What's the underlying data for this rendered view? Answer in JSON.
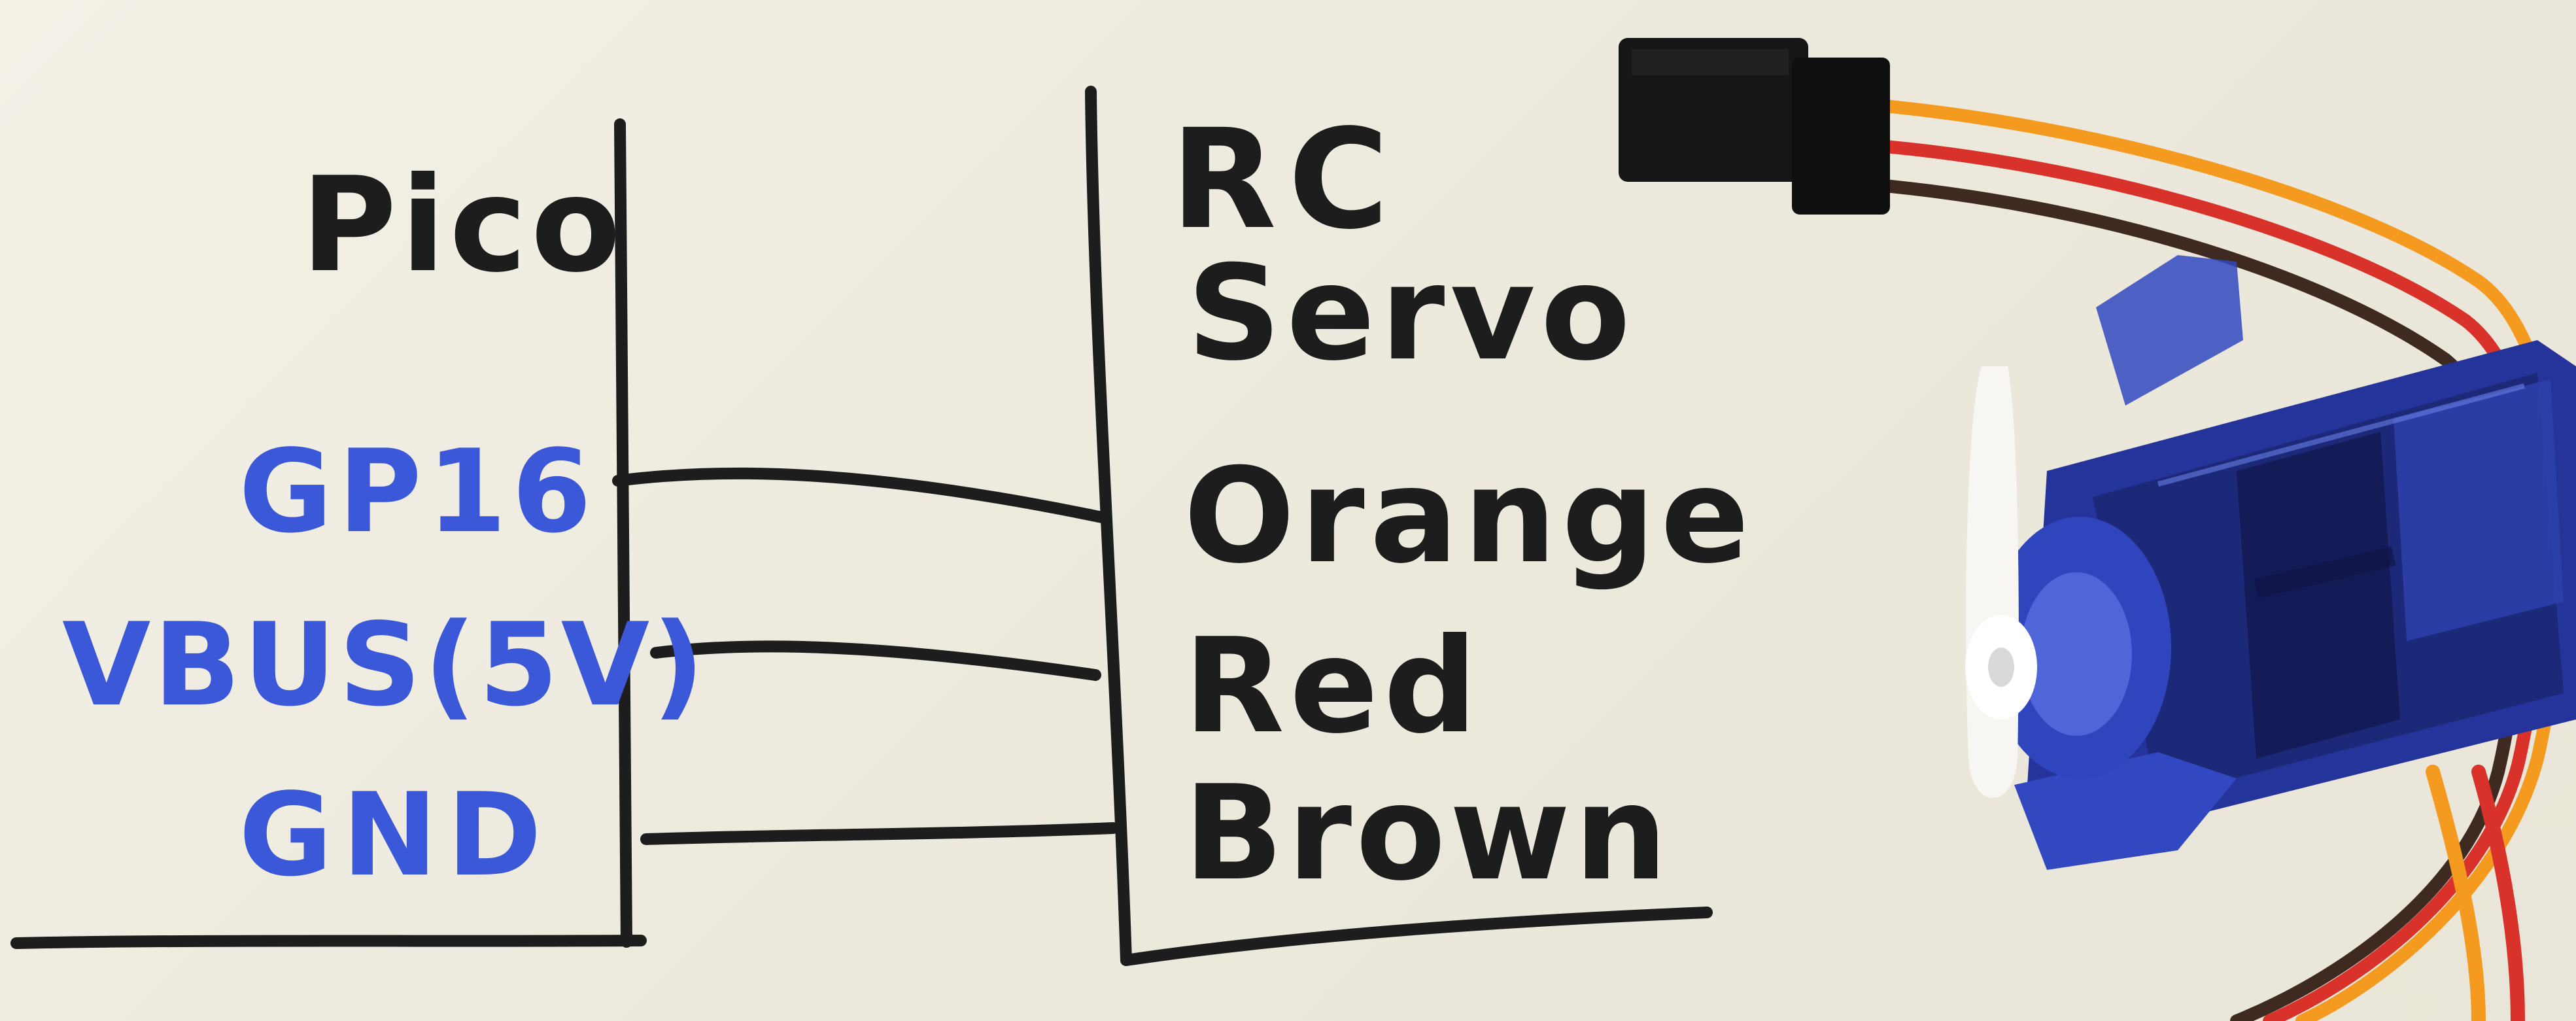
{
  "left_block": {
    "title": "Pico",
    "pins": [
      "GP16",
      "VBUS(5V)",
      "GND"
    ]
  },
  "right_block": {
    "title_line1": "RC",
    "title_line2": "Servo",
    "wires": [
      "Orange",
      "Red",
      "Brown"
    ]
  },
  "colors": {
    "paper": "#efece2",
    "ink": "#1d1d1d",
    "pin_ink": "#3b58d8",
    "servo_body": "#2a3a9e",
    "wire_orange": "#f39a1f",
    "wire_red": "#d9322a",
    "wire_brown": "#3e2a20"
  },
  "icons": [
    "servo-motor-photo",
    "servo-connector-plug"
  ]
}
